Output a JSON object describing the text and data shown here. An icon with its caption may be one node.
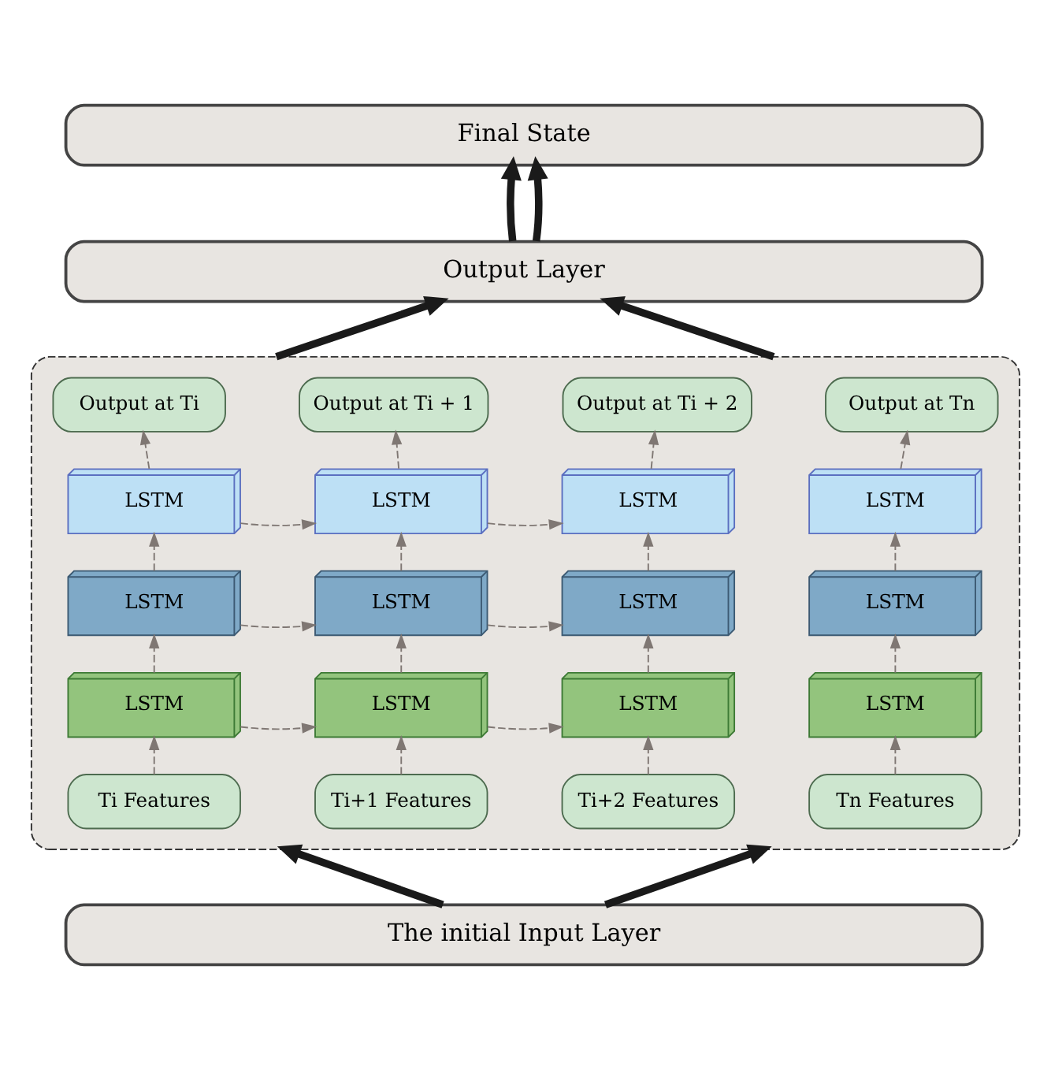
{
  "diagram": {
    "nodes": [
      {
        "text": [
          "Final State"
        ]
      },
      {
        "text": [
          "Output Layer"
        ]
      },
      {
        "text": [],
        "shape": "box"
      },
      {
        "text": [
          "Output at Ti"
        ],
        "in": 2
      },
      {
        "text": [
          "Output at Ti + 1"
        ],
        "in": 2
      },
      {
        "text": [
          "Output at Ti + 2"
        ],
        "in": 2
      },
      {
        "text": [
          "Output at Tn"
        ],
        "in": 2
      },
      {
        "text": [
          "LSTM"
        ],
        "in": 2
      },
      {
        "text": [
          "LSTM"
        ],
        "in": 2
      },
      {
        "text": [
          "LSTM"
        ],
        "in": 2
      },
      {
        "text": [
          "LSTM"
        ],
        "in": 2
      },
      {
        "text": [
          "LSTM"
        ],
        "in": 2
      },
      {
        "text": [
          "LSTM"
        ],
        "in": 2
      },
      {
        "text": [
          "LSTM"
        ],
        "in": 2
      },
      {
        "text": [
          "LSTM"
        ],
        "in": 2
      },
      {
        "text": [
          "LSTM"
        ],
        "in": 2
      },
      {
        "text": [
          "LSTM"
        ],
        "in": 2
      },
      {
        "text": [
          "LSTM"
        ],
        "in": 2
      },
      {
        "text": [
          "LSTM"
        ],
        "in": 2
      },
      {
        "text": [
          "Ti Features"
        ],
        "in": 2
      },
      {
        "text": [
          "Ti+1 Features"
        ],
        "in": 2
      },
      {
        "text": [
          "Ti+2 Features"
        ],
        "in": 2
      },
      {
        "text": [
          "Tn Features"
        ],
        "in": 2
      },
      {
        "text": [
          "The initial Input Layer"
        ]
      }
    ],
    "edges": [
      {
        "from": 1,
        "to": 0,
        "arrow": "to",
        "style": "thick",
        "color": "#1a1a1a"
      },
      {
        "from": 1,
        "to": 0,
        "arrow": "to",
        "style": "thick",
        "color": "#1a1a1a"
      },
      {
        "from": 2,
        "to": 1,
        "arrow": "to",
        "style": "thick",
        "color": "#1a1a1a"
      },
      {
        "from": 2,
        "to": 1,
        "arrow": "to",
        "style": "thick",
        "color": "#1a1a1a"
      },
      {
        "from": 7,
        "to": 3,
        "arrow": "to",
        "style": "dashed"
      },
      {
        "from": 8,
        "to": 4,
        "arrow": "to",
        "style": "dashed"
      },
      {
        "from": 9,
        "to": 5,
        "arrow": "to",
        "style": "dashed"
      },
      {
        "from": 10,
        "to": 6,
        "arrow": "to",
        "style": "dashed"
      },
      {
        "from": 7,
        "to": 8,
        "arrow": "to",
        "style": "dashed"
      },
      {
        "from": 8,
        "to": 9,
        "arrow": "to",
        "style": "dashed"
      },
      {
        "from": 11,
        "to": 7,
        "arrow": "to",
        "style": "dashed"
      },
      {
        "from": 12,
        "to": 8,
        "arrow": "to",
        "style": "dashed"
      },
      {
        "from": 13,
        "to": 9,
        "arrow": "to",
        "style": "dashed"
      },
      {
        "from": 14,
        "to": 10,
        "arrow": "to",
        "style": "dashed"
      },
      {
        "from": 11,
        "to": 12,
        "arrow": "to",
        "style": "dashed"
      },
      {
        "from": 12,
        "to": 13,
        "arrow": "to",
        "style": "dashed"
      },
      {
        "from": 15,
        "to": 11,
        "arrow": "to",
        "style": "dashed"
      },
      {
        "from": 16,
        "to": 12,
        "arrow": "to",
        "style": "dashed"
      },
      {
        "from": 17,
        "to": 13,
        "arrow": "to",
        "style": "dashed"
      },
      {
        "from": 18,
        "to": 14,
        "arrow": "to",
        "style": "dashed"
      },
      {
        "from": 15,
        "to": 16,
        "arrow": "to",
        "style": "dashed"
      },
      {
        "from": 16,
        "to": 17,
        "arrow": "to",
        "style": "dashed"
      },
      {
        "from": 19,
        "to": 15,
        "arrow": "to",
        "style": "dashed"
      },
      {
        "from": 20,
        "to": 16,
        "arrow": "to",
        "style": "dashed"
      },
      {
        "from": 21,
        "to": 17,
        "arrow": "to",
        "style": "dashed"
      },
      {
        "from": 22,
        "to": 18,
        "arrow": "to",
        "style": "dashed"
      },
      {
        "from": 23,
        "to": 2,
        "arrow": "to",
        "style": "thick",
        "color": "#1a1a1a"
      },
      {
        "from": 23,
        "to": 2,
        "arrow": "to",
        "style": "thick",
        "color": "#1a1a1a"
      }
    ]
  }
}
